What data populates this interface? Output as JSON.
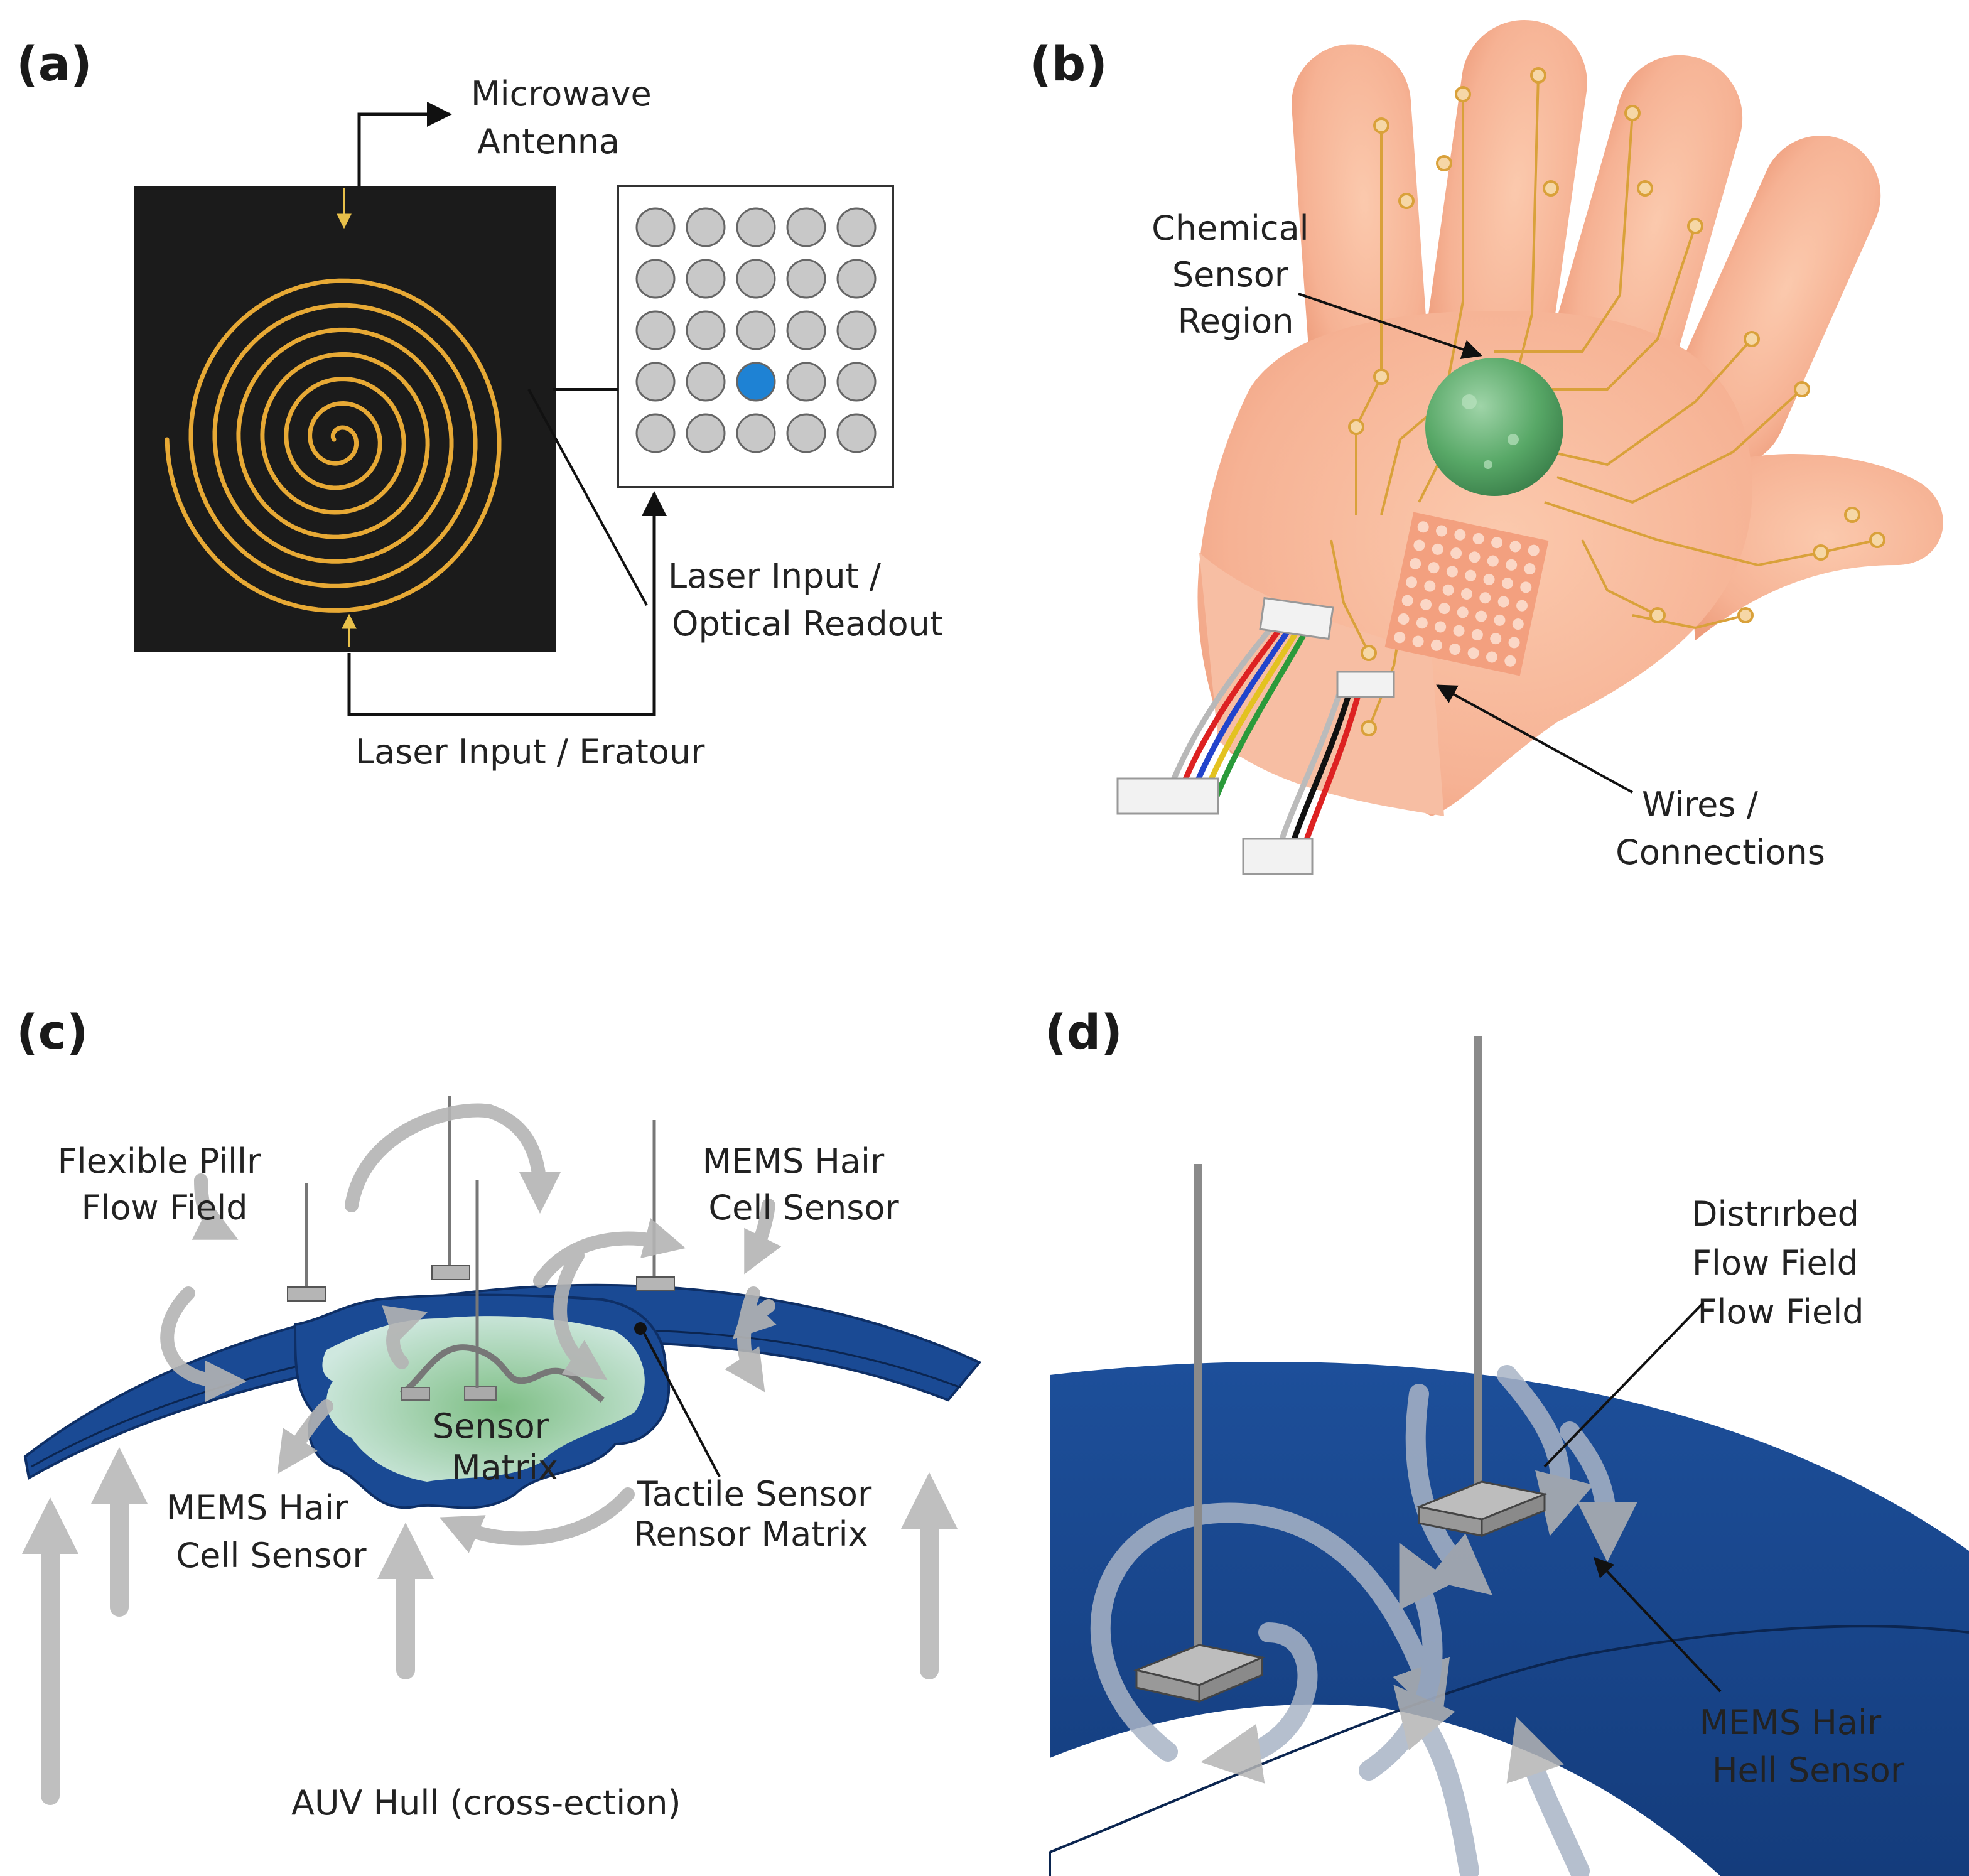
{
  "panels": {
    "a": {
      "label": "(a)",
      "antenna_label": [
        "Microwave",
        "Antenna"
      ],
      "readout_label": [
        "Laser Input /",
        "Optical Readout"
      ],
      "bottom_label": "Laser Input / Eratour",
      "grid": {
        "rows": 5,
        "cols": 5,
        "active": [
          3,
          2
        ]
      }
    },
    "b": {
      "label": "(b)",
      "chemical_label": [
        "Chemical",
        "Sensor",
        "Region"
      ],
      "wires_label": [
        "Wires /",
        "Connections"
      ]
    },
    "c": {
      "label": "(c)",
      "flexible_label": [
        "Flexible Pillr",
        "Flow Field"
      ],
      "mems_top_label": [
        "MEMS Hair",
        "Cell Sensor"
      ],
      "sensor_matrix_label": [
        "Sensor",
        "Matrix"
      ],
      "mems_bottom_label": [
        "MEMS Hair",
        "Cell Sensor"
      ],
      "tactile_label": [
        "Tactile Sensor",
        "Rensor Matrix"
      ],
      "caption": "AUV Hull (cross-ection)"
    },
    "d": {
      "label": "(d)",
      "distributed_label": [
        "Distrırbed",
        "Flow Field",
        "Flow Field"
      ],
      "mems_label": [
        "MEMS Hair",
        "Hell Sensor"
      ]
    }
  },
  "colors": {
    "hull_blue": "#1a4a94",
    "skin": "#f6b595",
    "gold": "#e0a530",
    "arrow_gray": "#b9b9b9",
    "active_dot": "#1e82d4",
    "sensor_green": "#5aa86a"
  }
}
